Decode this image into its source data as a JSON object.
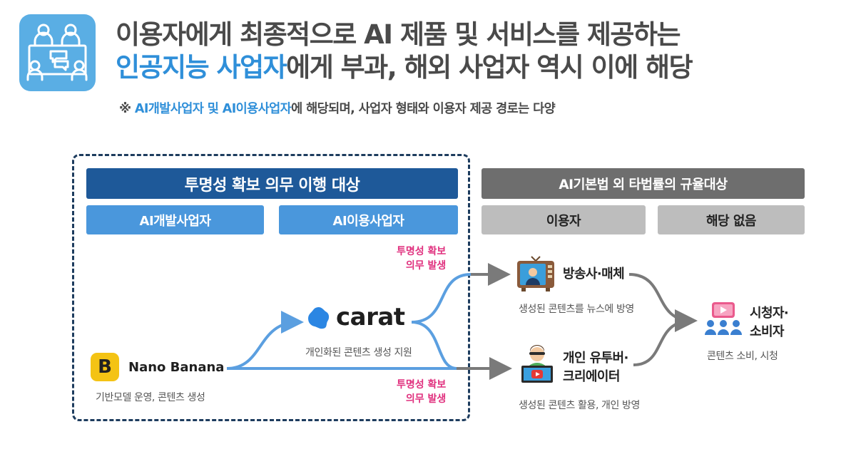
{
  "header": {
    "icon": "people-meeting-icon",
    "title_line1": "이용자에게 최종적으로 AI 제품 및 서비스를 제공하는",
    "title_line2_highlight": "인공지능 사업자",
    "title_line2_rest": "에게 부과, 해외 사업자 역시 이에 해당",
    "note_prefix": "※ ",
    "note_highlight": "AI개발사업자 및 AI이용사업자",
    "note_rest": "에 해당되며, 사업자 형태와 이용자 제공 경로는 다양"
  },
  "left_panel": {
    "title": "투명성 확보 의무 이행 대상",
    "sub1": "AI개발사업자",
    "sub2": "AI이용사업자"
  },
  "right_panel": {
    "title": "AI기본법 외 타법률의 규율대상",
    "sub1": "이용자",
    "sub2": "해당 없음"
  },
  "duty_top": [
    "투명성 확보",
    "의무 발생"
  ],
  "duty_bottom": [
    "투명성 확보",
    "의무 발생"
  ],
  "nodes": {
    "nano_banana": {
      "logo": "B",
      "name": "Nano Banana",
      "caption": "기반모델 운영, 콘텐츠 생성"
    },
    "carat": {
      "name": "carat",
      "caption": "개인화된 콘텐츠 생성 지원"
    },
    "broadcaster": {
      "icon": "tv-broadcast-icon",
      "name": "방송사·매체",
      "caption": "생성된 콘텐츠를 뉴스에 방영"
    },
    "youtuber": {
      "icon": "youtuber-creator-icon",
      "name_line1": "개인 유투버·",
      "name_line2": "크리에이터",
      "caption": "생성된 콘텐츠 활용, 개인 방영"
    },
    "viewer": {
      "icon": "audience-viewer-icon",
      "name_line1": "시청자·",
      "name_line2": "소비자",
      "caption": "콘텐츠 소비, 시청"
    }
  },
  "colors": {
    "accent_blue": "#2f8fd9",
    "navy": "#1e5999",
    "light_blue": "#4a97dc",
    "dark_gray": "#6e6e6e",
    "light_gray": "#bdbdbd",
    "pink": "#e0307e",
    "arrow_blue": "#5b9fe0",
    "arrow_gray": "#7a7a7a"
  }
}
